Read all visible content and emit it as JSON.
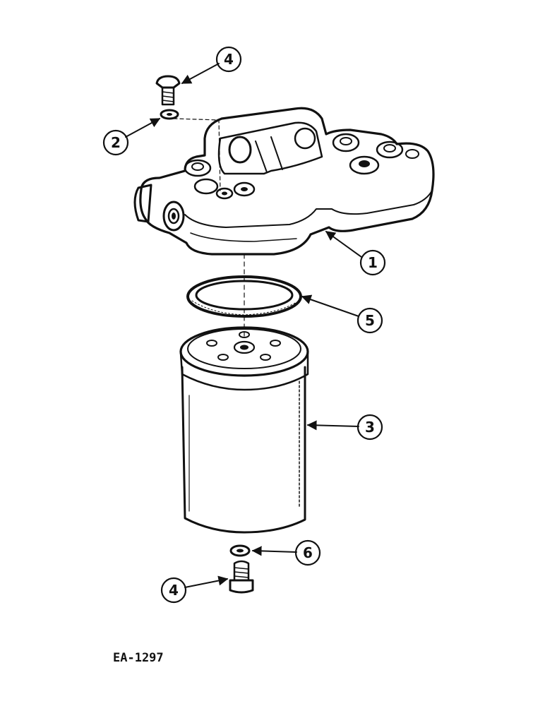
{
  "drawing_code": "EA-1297",
  "callouts": [
    {
      "id": "c4-top",
      "label": "4"
    },
    {
      "id": "c2",
      "label": "2"
    },
    {
      "id": "c1",
      "label": "1"
    },
    {
      "id": "c5",
      "label": "5"
    },
    {
      "id": "c3",
      "label": "3"
    },
    {
      "id": "c6",
      "label": "6"
    },
    {
      "id": "c4-bottom",
      "label": "4"
    }
  ]
}
